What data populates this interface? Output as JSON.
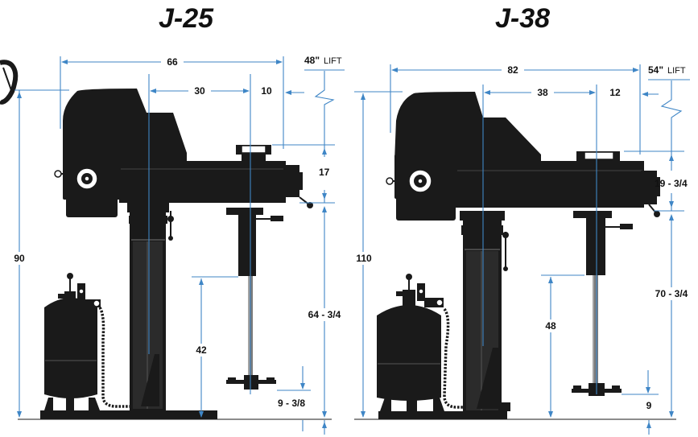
{
  "models": [
    {
      "name": "J-25",
      "lift_value": "48\"",
      "lift_word": "LIFT",
      "dims": {
        "overall_width": "66",
        "arm_reach": "30",
        "rear_clearance": "10",
        "head_height": "17",
        "total_height": "90",
        "stroke": "64 - 3/4",
        "shaft_to_floor": "42",
        "impeller_clearance": "9 - 3/8"
      }
    },
    {
      "name": "J-38",
      "lift_value": "54\"",
      "lift_word": "LIFT",
      "dims": {
        "overall_width": "82",
        "arm_reach": "38",
        "rear_clearance": "12",
        "head_height": "19 - 3/4",
        "total_height": "110",
        "stroke": "70 - 3/4",
        "shaft_to_floor": "48",
        "impeller_clearance": "9"
      }
    }
  ],
  "colors": {
    "dimension_line": "#3f86c6",
    "machine": "#1a1a1a"
  }
}
